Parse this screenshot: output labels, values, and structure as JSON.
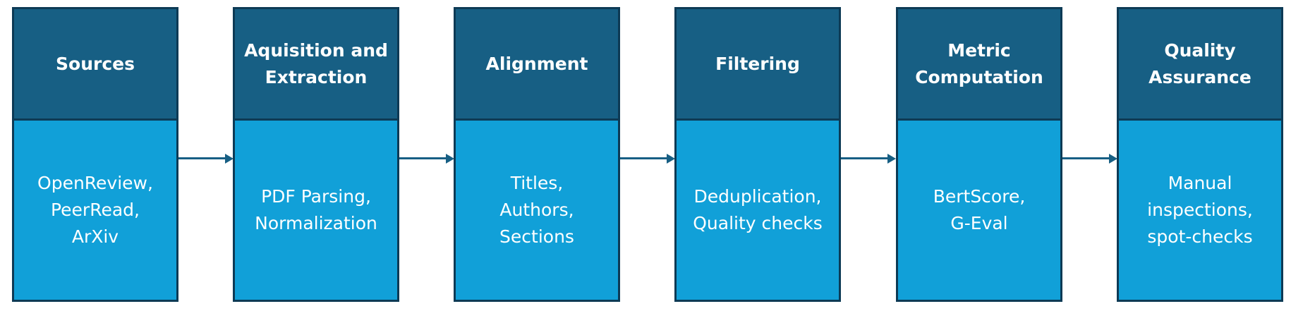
{
  "stages": [
    {
      "title": "Sources",
      "description": "OpenReview,\nPeerRead,\nArXiv"
    },
    {
      "title": "Aquisition and Extraction",
      "description": "PDF Parsing,\nNormalization"
    },
    {
      "title": "Alignment",
      "description": "Titles,\nAuthors,\nSections"
    },
    {
      "title": "Filtering",
      "description": "Deduplication,\nQuality checks"
    },
    {
      "title": "Metric Computation",
      "description": "BertScore,\nG-Eval"
    },
    {
      "title": "Quality Assurance",
      "description": "Manual\ninspections,\nspot-checks"
    }
  ],
  "colors": {
    "header": "#175f84",
    "body": "#11a0d8",
    "border": "#0d3a55",
    "arrow": "#175f84",
    "text": "#ffffff"
  }
}
